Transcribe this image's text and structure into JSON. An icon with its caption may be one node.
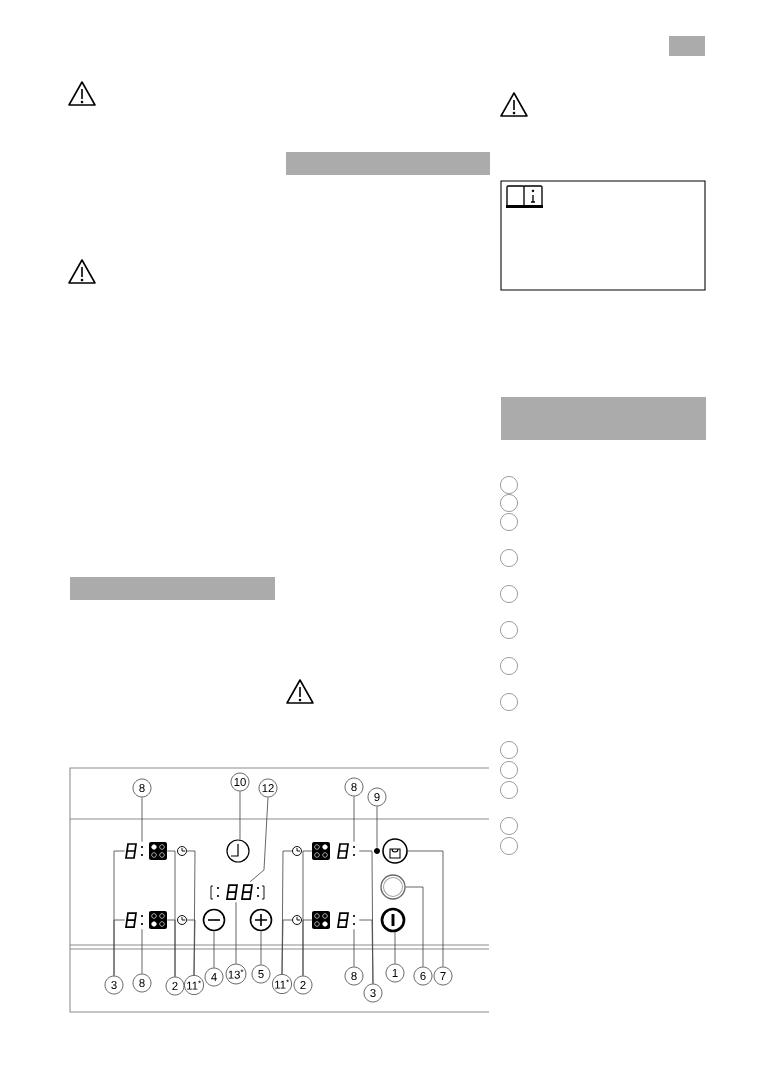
{
  "diagram": {
    "nodes": [
      {
        "text": [
          "8"
        ]
      },
      {
        "text": [
          "10"
        ]
      },
      {
        "text": [
          "12"
        ]
      },
      {
        "text": [
          "8"
        ]
      },
      {
        "text": [
          "9"
        ]
      },
      {
        "text": [
          "3"
        ]
      },
      {
        "text": [
          "8"
        ]
      },
      {
        "text": [
          "2"
        ]
      },
      {
        "text": [
          "11$^{*}$"
        ]
      },
      {
        "text": [
          "4"
        ]
      },
      {
        "text": [
          "13$^{*}$"
        ]
      },
      {
        "text": [
          "5"
        ]
      },
      {
        "text": [
          "11$^{*}$"
        ]
      },
      {
        "text": [
          "2"
        ]
      },
      {
        "text": [
          "8"
        ]
      },
      {
        "text": [
          "3"
        ]
      },
      {
        "text": [
          "1"
        ]
      },
      {
        "text": [
          "6"
        ]
      },
      {
        "text": [
          "7"
        ]
      },
      {
        "text": [],
        "shape": "circle"
      },
      {
        "text": [],
        "shape": "circle"
      },
      {
        "text": [],
        "shape": "circle"
      },
      {
        "text": [],
        "shape": "circle"
      },
      {
        "text": [],
        "shape": "circle"
      },
      {
        "text": [],
        "shape": "circle"
      },
      {
        "text": [],
        "shape": "circle"
      },
      {
        "text": [],
        "shape": "circle"
      },
      {
        "text": [],
        "shape": "circle"
      },
      {
        "text": [],
        "shape": "circle"
      },
      {
        "text": [],
        "shape": "circle"
      },
      {
        "text": [],
        "shape": "circle"
      },
      {
        "text": [],
        "shape": "circle"
      },
      {
        "text": [],
        "shape": "display"
      },
      {
        "text": [],
        "shape": "display"
      },
      {
        "text": [],
        "shape": "box"
      },
      {
        "text": [],
        "shape": "box"
      },
      {
        "text": [],
        "shape": "circle"
      },
      {
        "text": [],
        "shape": "circle"
      },
      {
        "text": [],
        "shape": "circle"
      },
      {
        "text": [],
        "shape": "display"
      },
      {
        "text": [],
        "shape": "circle"
      },
      {
        "text": [],
        "shape": "circle"
      },
      {
        "text": [],
        "shape": "circle"
      },
      {
        "text": [],
        "shape": "circle"
      },
      {
        "text": [],
        "shape": "box"
      },
      {
        "text": [],
        "shape": "box"
      },
      {
        "text": [],
        "shape": "display"
      },
      {
        "text": [],
        "shape": "display"
      },
      {
        "text": [],
        "shape": "circle"
      },
      {
        "text": [],
        "shape": "circle"
      },
      {
        "text": [],
        "shape": "circle"
      },
      {
        "text": [],
        "shape": "circle"
      },
      {
        "text": [],
        "shape": "bar"
      },
      {
        "text": [],
        "shape": "bar"
      },
      {
        "text": [],
        "shape": "bar"
      },
      {
        "text": [],
        "shape": "bar"
      }
    ],
    "edges": [
      {
        "from": 0,
        "to": 32,
        "arrow": "none"
      },
      {
        "from": 1,
        "to": 38,
        "arrow": "none"
      },
      {
        "from": 2,
        "to": 39,
        "arrow": "none"
      },
      {
        "from": 3,
        "to": 46,
        "arrow": "none"
      },
      {
        "from": 4,
        "to": 48,
        "arrow": "none"
      },
      {
        "from": 5,
        "to": 32,
        "arrow": "none"
      },
      {
        "from": 5,
        "to": 33,
        "arrow": "none"
      },
      {
        "from": 6,
        "to": 33,
        "arrow": "none"
      },
      {
        "from": 7,
        "to": 34,
        "arrow": "none"
      },
      {
        "from": 7,
        "to": 35,
        "arrow": "none"
      },
      {
        "from": 8,
        "to": 36,
        "arrow": "none"
      },
      {
        "from": 8,
        "to": 37,
        "arrow": "none"
      },
      {
        "from": 9,
        "to": 40,
        "arrow": "none"
      },
      {
        "from": 10,
        "to": 39,
        "arrow": "none"
      },
      {
        "from": 11,
        "to": 41,
        "arrow": "none"
      },
      {
        "from": 12,
        "to": 42,
        "arrow": "none"
      },
      {
        "from": 12,
        "to": 43,
        "arrow": "none"
      },
      {
        "from": 13,
        "to": 44,
        "arrow": "none"
      },
      {
        "from": 13,
        "to": 45,
        "arrow": "none"
      },
      {
        "from": 14,
        "to": 47,
        "arrow": "none"
      },
      {
        "from": 15,
        "to": 46,
        "arrow": "none"
      },
      {
        "from": 15,
        "to": 47,
        "arrow": "none"
      },
      {
        "from": 16,
        "to": 51,
        "arrow": "none"
      },
      {
        "from": 17,
        "to": 50,
        "arrow": "none"
      },
      {
        "from": 18,
        "to": 49,
        "arrow": "none"
      }
    ]
  }
}
